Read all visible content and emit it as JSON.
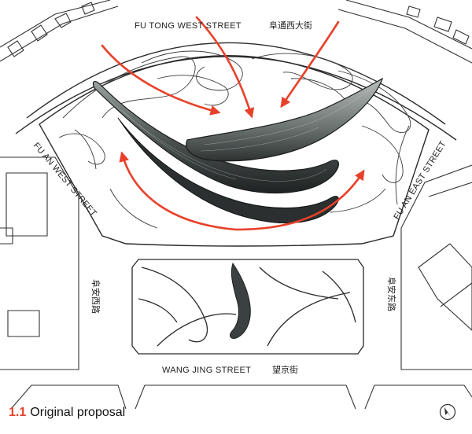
{
  "streets": {
    "north": {
      "en": "FU TONG WEST STREET",
      "cn": "阜通西大街"
    },
    "west": {
      "en": "FU AN WEST STREET",
      "cn": "阜安西路"
    },
    "east": {
      "en": "FU AN EAST STREET",
      "cn": "阜安东路"
    },
    "south": {
      "en": "WANG JING STREET",
      "cn": "望京街"
    }
  },
  "caption": {
    "number": "1.1",
    "text": "Original proposal"
  },
  "colors": {
    "accent": "#e8412a",
    "line": "#333333",
    "building_dark": "#2b2f2f",
    "building_mid": "#5d6563",
    "building_light": "#8c9492"
  },
  "icons": {
    "compass": "north-arrow-icon"
  }
}
